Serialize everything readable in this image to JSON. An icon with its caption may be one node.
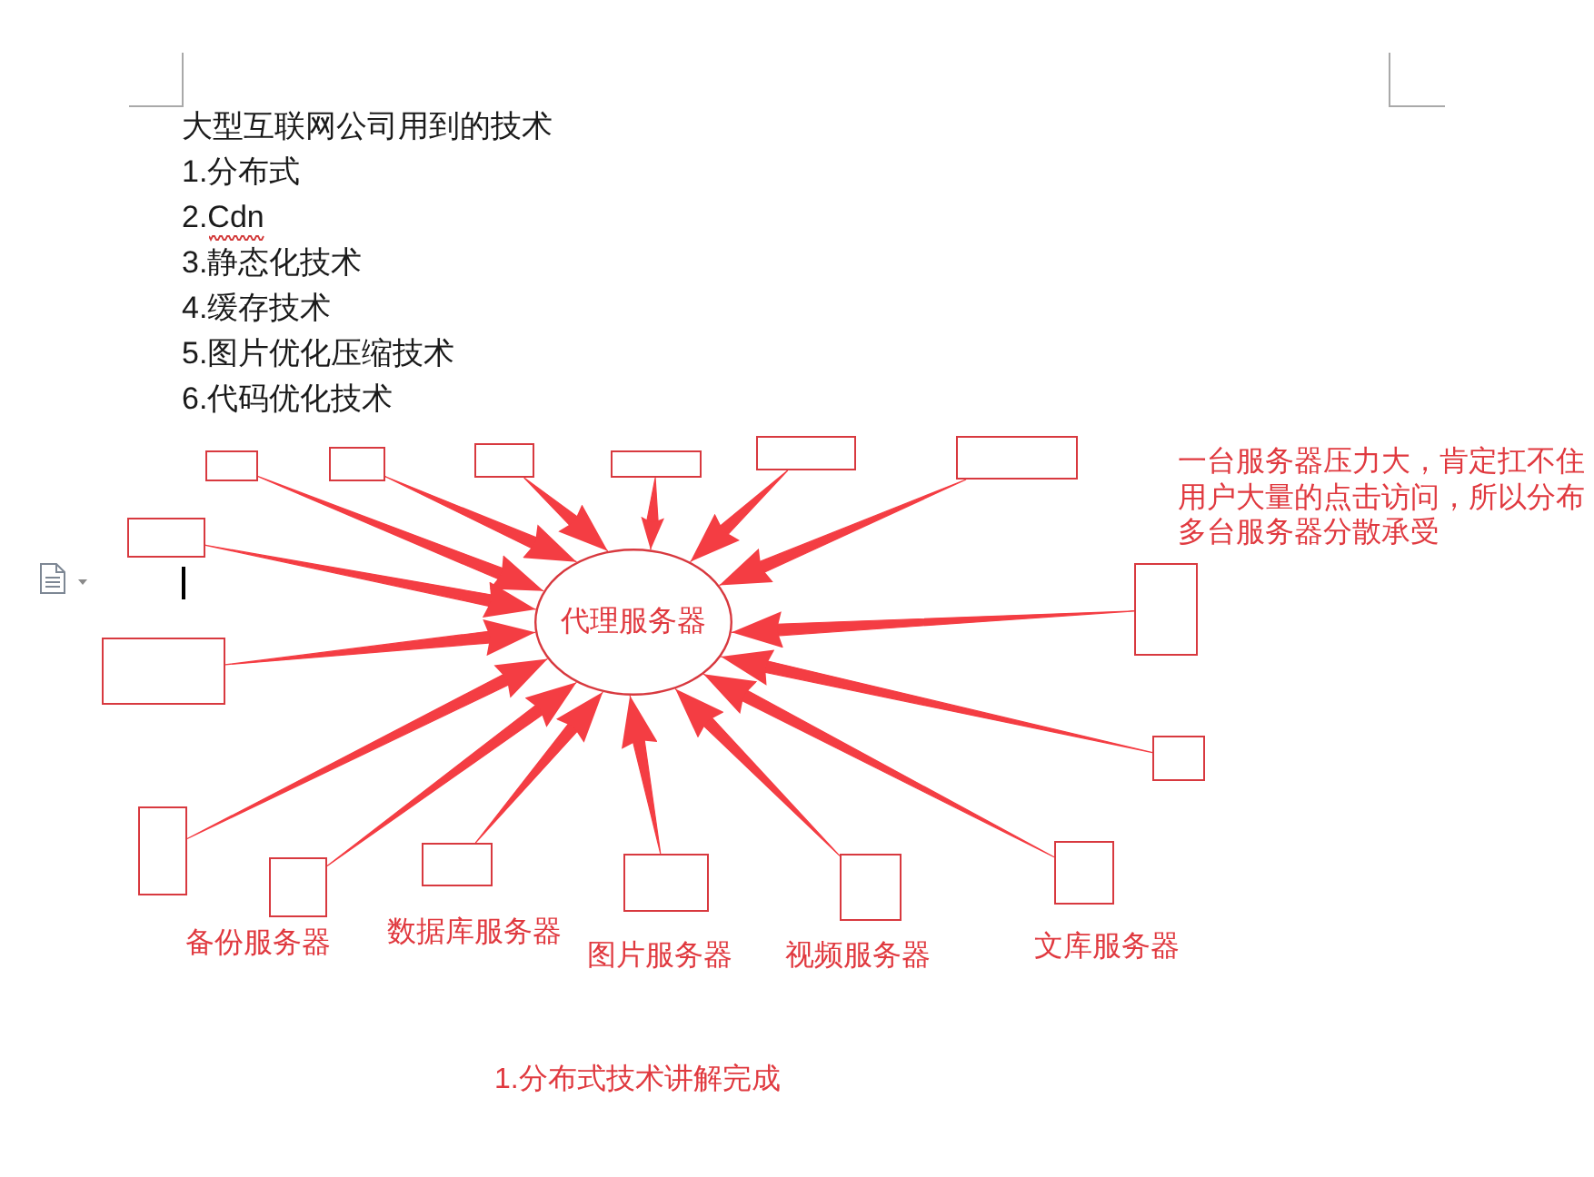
{
  "diagram": {
    "title": "大型互联网公司用到的技术",
    "nodes": [
      {
        "text": [],
        "shape": "box"
      },
      {
        "text": [],
        "shape": "box"
      },
      {
        "text": [],
        "shape": "box"
      },
      {
        "text": [],
        "shape": "box"
      },
      {
        "text": [],
        "shape": "box"
      },
      {
        "text": [],
        "shape": "box"
      },
      {
        "text": [],
        "shape": "box"
      },
      {
        "text": [
          "代理服务器"
        ]
      },
      {
        "text": [],
        "shape": "box"
      },
      {
        "text": [],
        "shape": "box"
      },
      {
        "text": [],
        "shape": "box"
      },
      {
        "text": [],
        "shape": "box"
      },
      {
        "text": [],
        "shape": "box",
        "beside": [
          "备份服务器"
        ]
      },
      {
        "text": [],
        "shape": "box",
        "beside": [
          "数据库服务器"
        ]
      },
      {
        "text": [],
        "shape": "box",
        "beside": [
          "图片服务器"
        ]
      },
      {
        "text": [],
        "shape": "box",
        "beside": [
          "视频服务器"
        ]
      },
      {
        "text": [],
        "shape": "box",
        "beside": [
          "文库服务器"
        ]
      }
    ],
    "edges": [
      {
        "from": 0,
        "to": 7,
        "arrow": "to"
      },
      {
        "from": 1,
        "to": 7,
        "arrow": "to"
      },
      {
        "from": 2,
        "to": 7,
        "arrow": "to"
      },
      {
        "from": 3,
        "to": 7,
        "arrow": "to"
      },
      {
        "from": 4,
        "to": 7,
        "arrow": "to"
      },
      {
        "from": 5,
        "to": 7,
        "arrow": "to"
      },
      {
        "from": 6,
        "to": 7,
        "arrow": "to"
      },
      {
        "from": 8,
        "to": 7,
        "arrow": "to"
      },
      {
        "from": 9,
        "to": 7,
        "arrow": "to"
      },
      {
        "from": 10,
        "to": 7,
        "arrow": "to"
      },
      {
        "from": 11,
        "to": 7,
        "arrow": "to"
      },
      {
        "from": 12,
        "to": 7,
        "arrow": "to"
      },
      {
        "from": 13,
        "to": 7,
        "arrow": "to"
      },
      {
        "from": 14,
        "to": 7,
        "arrow": "to"
      },
      {
        "from": 15,
        "to": 7,
        "arrow": "to"
      },
      {
        "from": 16,
        "to": 7,
        "arrow": "to"
      }
    ],
    "labels": [
      "1.分布式",
      "2.Cdn",
      "3.静态化技术",
      "4.缓存技术",
      "5.图片优化压缩技术",
      "6.代码优化技术",
      "一台服务器压力大，肯定扛不住用户大量的点击访问，所以分布多台服务器分散承受",
      "1.分布式技术讲解完成"
    ]
  }
}
